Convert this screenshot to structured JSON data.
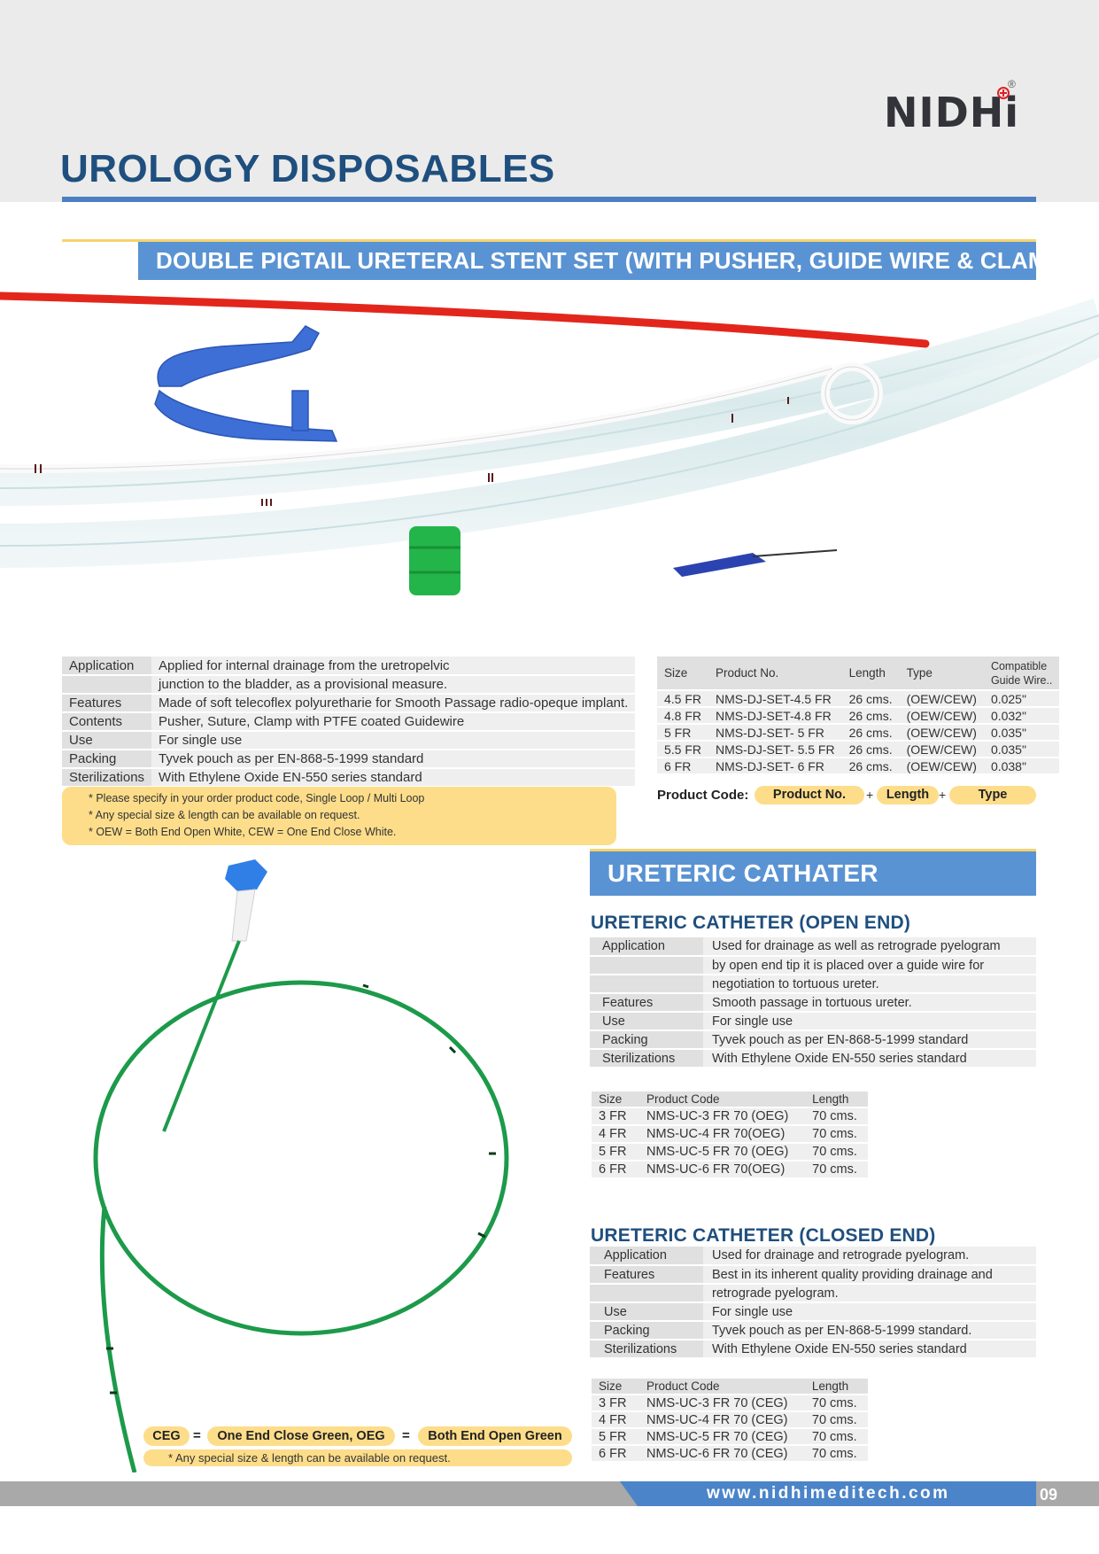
{
  "header": {
    "brand": "NIDHi",
    "reg_mark": "®",
    "page_title": "UROLOGY DISPOSABLES"
  },
  "stent_set": {
    "banner": "DOUBLE PIGTAIL URETERAL STENT SET (WITH PUSHER, GUIDE WIRE & CLAMP)",
    "specs": [
      {
        "key": "Application",
        "value": "Applied for internal drainage from the uretropelvic"
      },
      {
        "key": "",
        "value": "junction to the bladder, as a provisional measure."
      },
      {
        "key": "Features",
        "value": "Made of soft telecoflex polyuretharie for Smooth Passage radio-opeque implant."
      },
      {
        "key": "Contents",
        "value": "Pusher, Suture, Clamp with PTFE coated Guidewire"
      },
      {
        "key": "Use",
        "value": "For single use"
      },
      {
        "key": "Packing",
        "value": "Tyvek pouch as per EN-868-5-1999 standard"
      },
      {
        "key": "Sterilizations",
        "value": "With Ethylene Oxide EN-550 series standard"
      }
    ],
    "notes": [
      "* Please specify in your order product code, Single Loop / Multi Loop",
      "* Any special size & length can be available on request.",
      "* OEW = Both End Open White, CEW =  One End Close White."
    ],
    "size_table": {
      "headers": [
        "Size",
        "Product No.",
        "Length",
        "Type",
        "Compatible",
        "Guide Wire.."
      ],
      "rows": [
        [
          "4.5 FR",
          "NMS-DJ-SET-4.5 FR",
          "26 cms.",
          "(OEW/CEW)",
          "0.025\""
        ],
        [
          "4.8 FR",
          "NMS-DJ-SET-4.8 FR",
          "26 cms.",
          "(OEW/CEW)",
          "0.032\""
        ],
        [
          "5 FR",
          "NMS-DJ-SET- 5 FR",
          "26 cms.",
          "(OEW/CEW)",
          "0.035\""
        ],
        [
          "5.5 FR",
          "NMS-DJ-SET- 5.5 FR",
          "26 cms.",
          "(OEW/CEW)",
          "0.035\""
        ],
        [
          "6 FR",
          "NMS-DJ-SET- 6 FR",
          "26 cms.",
          "(OEW/CEW)",
          "0.038\""
        ]
      ]
    },
    "product_code": {
      "label": "Product Code:",
      "parts": [
        "Product No.",
        "Length",
        "Type"
      ],
      "plus": "+"
    }
  },
  "ureteric": {
    "banner": "URETERIC CATHATER",
    "open_end": {
      "title": "URETERIC CATHETER (OPEN END)",
      "specs": [
        {
          "key": "Application",
          "value": "Used for drainage as well as retrograde pyelogram"
        },
        {
          "key": "",
          "value": "by open end tip it is placed over a guide wire for"
        },
        {
          "key": "",
          "value": "negotiation to tortuous ureter."
        },
        {
          "key": "Features",
          "value": "Smooth passage in tortuous ureter."
        },
        {
          "key": "Use",
          "value": "For single use"
        },
        {
          "key": "Packing",
          "value": "Tyvek pouch as per EN-868-5-1999 standard"
        },
        {
          "key": "Sterilizations",
          "value": "With Ethylene Oxide EN-550 series standard"
        }
      ],
      "size_table": {
        "headers": [
          "Size",
          "Product Code",
          "Length"
        ],
        "rows": [
          [
            "3 FR",
            "NMS-UC-3 FR 70 (OEG)",
            "70 cms."
          ],
          [
            "4 FR",
            "NMS-UC-4 FR 70(OEG)",
            "70 cms."
          ],
          [
            "5 FR",
            "NMS-UC-5 FR  70 (OEG)",
            "70 cms."
          ],
          [
            "6 FR",
            "NMS-UC-6 FR  70(OEG)",
            "70 cms."
          ]
        ]
      }
    },
    "closed_end": {
      "title": "URETERIC CATHETER (CLOSED END)",
      "specs": [
        {
          "key": "Application",
          "value": "Used for drainage and retrograde pyelogram."
        },
        {
          "key": "Features",
          "value": "Best in its inherent quality providing drainage and"
        },
        {
          "key": "",
          "value": "retrograde pyelogram."
        },
        {
          "key": "Use",
          "value": "For single use"
        },
        {
          "key": "Packing",
          "value": "Tyvek pouch as per EN-868-5-1999 standard."
        },
        {
          "key": "Sterilizations",
          "value": "With Ethylene Oxide EN-550 series standard"
        }
      ],
      "size_table": {
        "headers": [
          "Size",
          "Product Code",
          "Length"
        ],
        "rows": [
          [
            "3 FR",
            "NMS-UC-3 FR  70 (CEG)",
            "70 cms."
          ],
          [
            "4 FR",
            "NMS-UC-4 FR  70 (CEG)",
            "70 cms."
          ],
          [
            "5 FR",
            "NMS-UC-5 FR  70 (CEG)",
            "70 cms."
          ],
          [
            "6 FR",
            "NMS-UC-6 FR  70 (CEG)",
            "70 cms."
          ]
        ]
      }
    },
    "legend": {
      "ceg": "CEG",
      "ceg_text": "One End Close Green, OEG",
      "oeg_text": "Both End Open Green",
      "eq": "=",
      "note": "* Any special size & length can be available on request."
    }
  },
  "footer": {
    "url": "www.nidhimeditech.com",
    "page": "09"
  },
  "colors": {
    "title_blue": "#1f4f7e",
    "banner_blue": "#5a93d3",
    "note_yellow": "#fddd8a",
    "stent_red": "#e3261c",
    "catheter_green": "#1c9a4a",
    "clamp_blue": "#3d6fd6"
  }
}
